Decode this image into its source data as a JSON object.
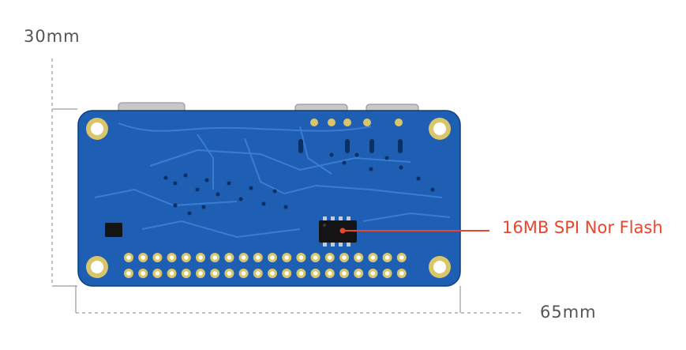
{
  "dimensions": {
    "height_label": "30mm",
    "width_label": "65mm"
  },
  "callout": {
    "label": "16MB SPI Nor Flash",
    "color": "#e8472d"
  },
  "colors": {
    "board": "#1f5fb3",
    "trace": "#3f82d6",
    "pad": "#d9c56a",
    "chip": "#141414",
    "dimension_line": "#9a9a9a",
    "dimension_text": "#555555"
  },
  "icons": [
    "mounting-hole-icon",
    "flash-chip-icon",
    "gpio-header-icon"
  ]
}
